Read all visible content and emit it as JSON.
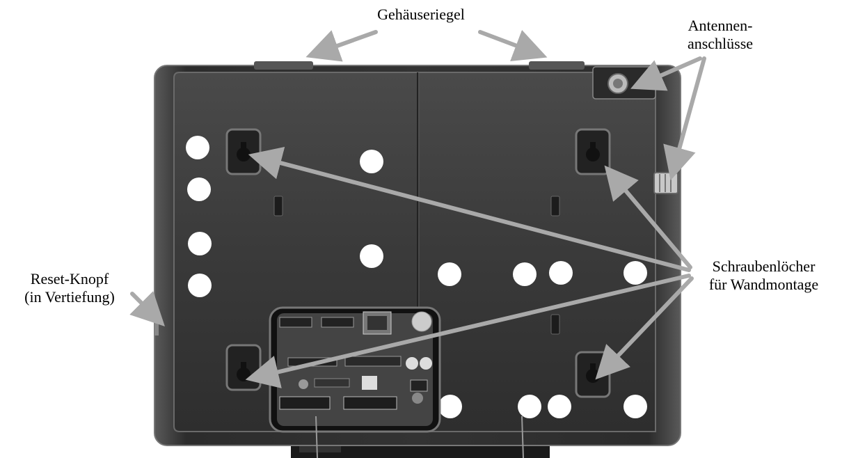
{
  "labels": {
    "gehaeuseriegel": "Gehäuseriegel",
    "antennen_line1": "Antennen-",
    "antennen_line2": "anschlüsse",
    "reset_line1": "Reset-Knopf",
    "reset_line2": "(in Vertiefung)",
    "schrauben_line1": "Schraubenlöcher",
    "schrauben_line2": "für Wandmontage"
  },
  "colors": {
    "arrow": "#a9a9a9",
    "housing": "#2a2a2a",
    "panel": "#3a3a3a",
    "edge": "#9a9a9a",
    "hole": "#ffffff"
  }
}
